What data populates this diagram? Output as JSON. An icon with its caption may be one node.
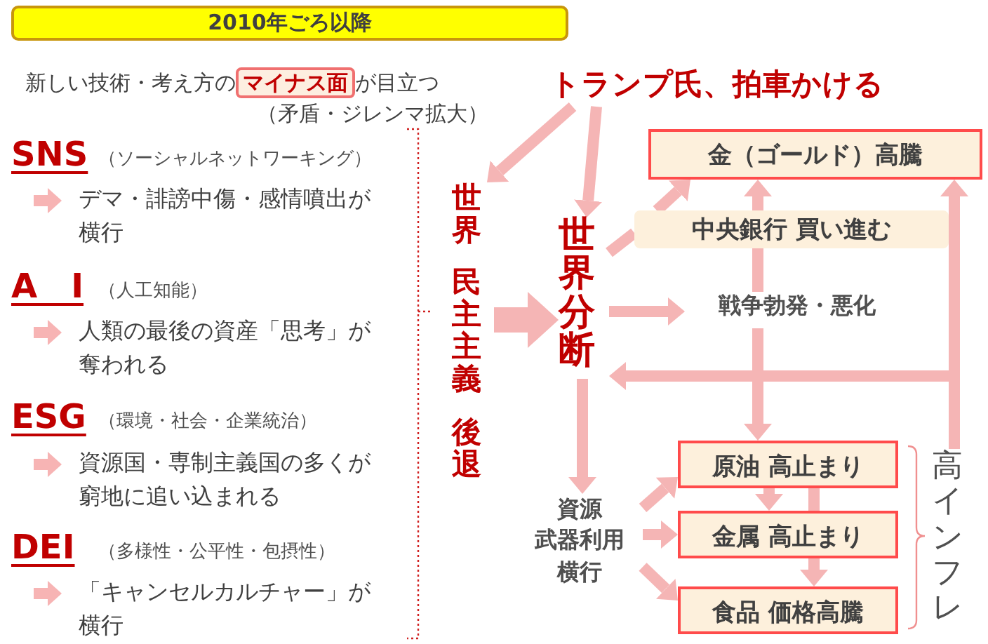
{
  "diagram": {
    "nodes": [
      {
        "text": [
          "2010年ごろ以降"
        ]
      },
      {
        "text": [
          "トランプ氏、拍車かける"
        ]
      },
      {
        "text": [
          "世界民主主義後退"
        ]
      },
      {
        "text": [
          "世界分断"
        ]
      },
      {
        "text": [
          "金（ゴールド）高騰"
        ]
      },
      {
        "text": [
          "中央銀行 買い進む"
        ]
      },
      {
        "text": [
          "戦争勃発・悪化"
        ]
      },
      {
        "text": [
          "資源武器利用横行"
        ]
      },
      {
        "text": [
          "原油 高止まり"
        ]
      },
      {
        "text": [
          "金属 高止まり"
        ]
      },
      {
        "text": [
          "食品 価格高騰"
        ]
      },
      {
        "text": [
          "高インフレ"
        ]
      }
    ],
    "edges": [
      {
        "from": 1,
        "to": 2,
        "arrow": "to"
      },
      {
        "from": 1,
        "to": 3,
        "arrow": "to"
      },
      {
        "from": 2,
        "to": 3,
        "arrow": "to",
        "style": "thick"
      },
      {
        "from": 3,
        "to": 5,
        "arrow": "none"
      },
      {
        "from": 5,
        "to": 4,
        "arrow": "to"
      },
      {
        "from": 3,
        "to": 6,
        "arrow": "to"
      },
      {
        "from": 3,
        "to": 7,
        "arrow": "to"
      },
      {
        "from": 6,
        "to": 5,
        "arrow": "none"
      },
      {
        "from": 5,
        "to": 4,
        "arrow": "to"
      },
      {
        "from": 6,
        "to": 8,
        "arrow": "to"
      },
      {
        "from": 11,
        "to": 3,
        "arrow": "to"
      },
      {
        "from": 11,
        "to": 4,
        "arrow": "to"
      },
      {
        "from": 7,
        "to": 8,
        "arrow": "to"
      },
      {
        "from": 7,
        "to": 9,
        "arrow": "to"
      },
      {
        "from": 7,
        "to": 10,
        "arrow": "to"
      },
      {
        "from": 8,
        "to": 9,
        "arrow": "to"
      },
      {
        "from": 8,
        "to": 9,
        "arrow": "none"
      },
      {
        "from": 9,
        "to": 10,
        "arrow": "to"
      }
    ],
    "labels": [
      "新しい技術・考え方の**マイナス面**が目立つ",
      "（矛盾・ジレンマ拡大）",
      "SNS",
      "（ソーシャルネットワーキング）",
      "デマ・誹謗中傷・感情噴出が横行",
      "A　I",
      "（人工知能）",
      "人類の最後の資産「思考」が奪われる",
      "ESG",
      "（環境・社会・企業統治）",
      "資源国・専制主義国の多くが窮地に追い込まれる",
      "DEI",
      "（多様性・公平性・包摂性）",
      "「キャンセルカルチャー」が横行"
    ]
  }
}
